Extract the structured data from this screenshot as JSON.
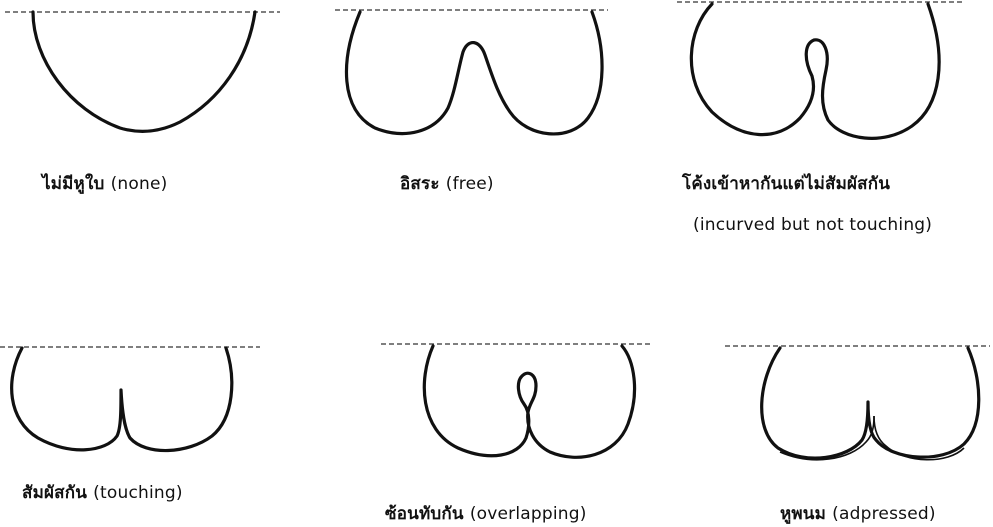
{
  "figure": {
    "panels": [
      {
        "id": "none",
        "thai": "ไม่มีหูใบ",
        "english": "(none)"
      },
      {
        "id": "free",
        "thai": "อิสระ",
        "english": "(free)"
      },
      {
        "id": "incurved",
        "thai": "โค้งเข้าหากันแต่ไม่สัมผัสกัน",
        "english": "(incurved but not touching)"
      },
      {
        "id": "touching",
        "thai": "สัมผัสกัน",
        "english": "(touching)"
      },
      {
        "id": "overlapping",
        "thai": "ซ้อนทับกัน",
        "english": "(overlapping)"
      },
      {
        "id": "adpressed",
        "thai": "หูพนม",
        "english": "(adpressed)"
      }
    ]
  }
}
